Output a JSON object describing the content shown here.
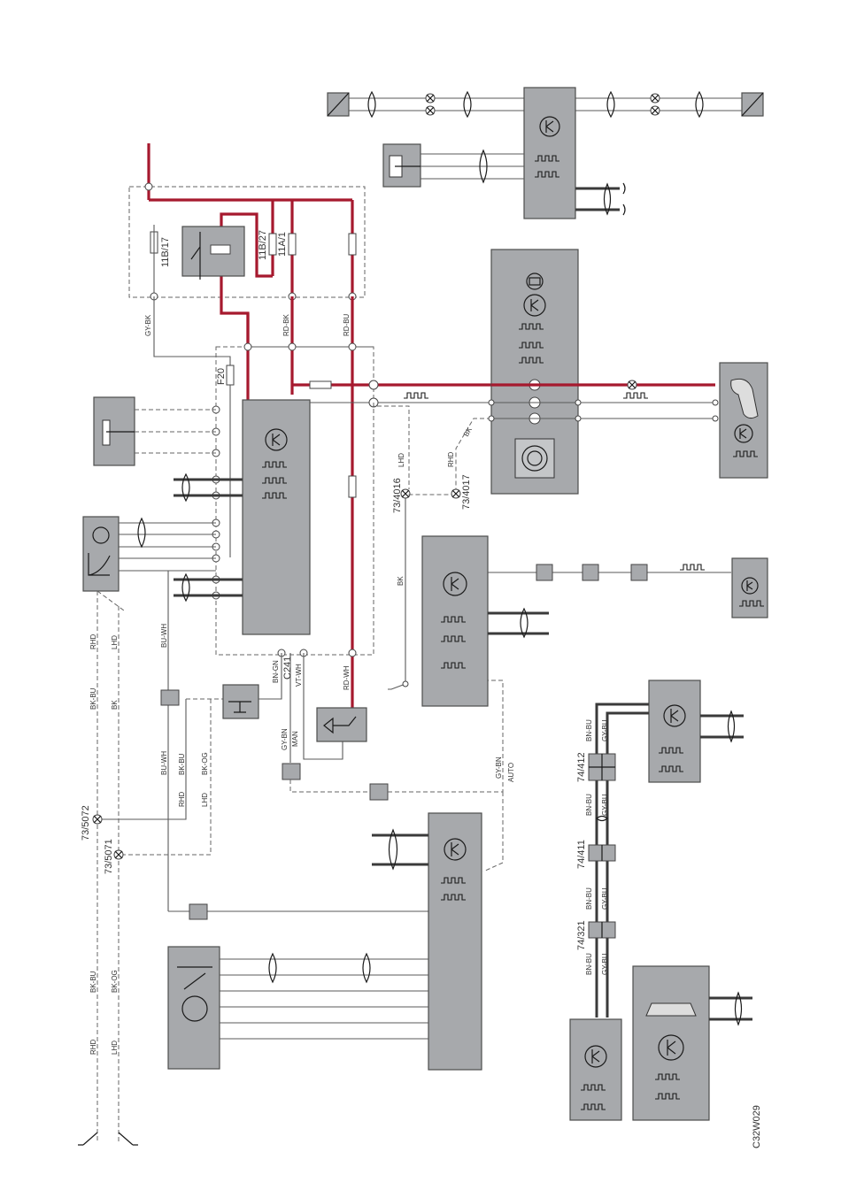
{
  "labels": {
    "fuse_11b17": "11B/17",
    "fuse_11b27": "11B/27",
    "fuse_11a1": "11A/1",
    "fuse_f20": "F20",
    "wire_gy_bk": "GY-BK",
    "wire_rd_bk": "RD-BK",
    "wire_rd_bu": "RD-BU",
    "wire_bu_wh_top": "BU-WH",
    "wire_bn_gn": "BN-GN",
    "connector_c241": "C241",
    "wire_vt_wh": "VT-WH",
    "wire_rd_wh": "RD-WH",
    "wire_gy_bn_man": "GY-BN",
    "label_man": "MAN",
    "wire_gy_bn_auto": "GY-BN",
    "label_auto": "AUTO",
    "wire_bk_mid": "BK",
    "wire_bk_rhd": "BK",
    "label_lhd_top": "LHD",
    "label_rhd_top": "RHD",
    "splice_4016": "73/4016",
    "splice_4017": "73/4017",
    "label_rhd_left1": "RHD",
    "label_lhd_left1": "LHD",
    "wire_bk_bu_left1": "BK-BU",
    "wire_bk_left1": "BK",
    "wire_bu_wh_mid": "BU-WH",
    "wire_bk_bu_mid": "BK-BU",
    "wire_bk_og_mid": "BK-OG",
    "label_rhd_mid": "RHD",
    "label_lhd_mid": "LHD",
    "splice_5072": "73/5072",
    "splice_5071": "73/5071",
    "wire_bk_bu_bottom": "BK-BU",
    "wire_bk_og_bottom": "BK-OG",
    "label_rhd_bottom": "RHD",
    "label_lhd_bottom": "LHD",
    "wire_bn_bu_1": "BN-BU",
    "wire_gy_bu_1": "GY-BU",
    "conn_74412": "74/412",
    "wire_bn_bu_2": "BN-BU",
    "wire_gy_bu_2": "GY-BU",
    "conn_74411": "74/411",
    "wire_bn_bu_3": "BN-BU",
    "wire_gy_bu_3": "GY-BU",
    "conn_74321": "74/321",
    "wire_bn_bu_4": "BN-BU",
    "wire_gy_bu_4": "GY-BU",
    "diagram_id": "C32W029"
  },
  "colors": {
    "power_wire": "#a6192e",
    "module_fill": "#a7a9ac",
    "wire": "#5a5a5a"
  }
}
